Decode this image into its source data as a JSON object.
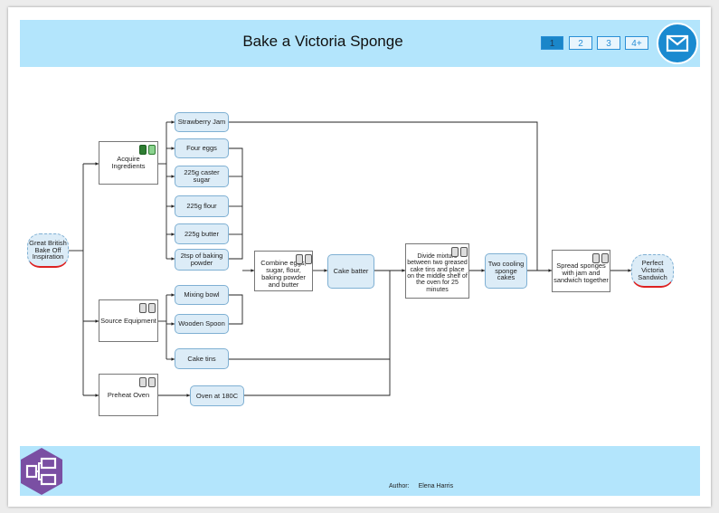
{
  "header": {
    "title": "Bake a Victoria Sponge"
  },
  "pagination": [
    "1",
    "2",
    "3",
    "4+"
  ],
  "footer": {
    "author_label": "Author:",
    "author_name": "Elena Harris"
  },
  "nodes": {
    "inspiration": "Great British Bake Off Inspiration",
    "acquire": "Acquire Ingredients",
    "source": "Source Equipment",
    "preheat": "Preheat Oven",
    "jam": "Strawberry Jam",
    "eggs": "Four eggs",
    "sugar": "225g caster sugar",
    "flour": "225g flour",
    "butter": "225g butter",
    "baking_powder": "2tsp of baking powder",
    "bowl": "Mixing bowl",
    "spoon": "Wooden Spoon",
    "tins": "Cake tins",
    "oven": "Oven at 180C",
    "combine": "Combine eggs, sugar, flour, baking powder and butter",
    "batter": "Cake batter",
    "divide": "Divide mixture between two greased cake tins and place on the middle shelf of the oven for 25 minutes",
    "cooling": "Two cooling sponge cakes",
    "spread": "Spread sponges with jam and sandwich together",
    "result": "Perfect Victoria Sandwich"
  },
  "colors": {
    "header_bg": "#b3e5fc",
    "node_fill": "#dcecf7",
    "node_border": "#7fb0d3",
    "accent": "#1a86c9",
    "logo": "#7a4fa3"
  }
}
